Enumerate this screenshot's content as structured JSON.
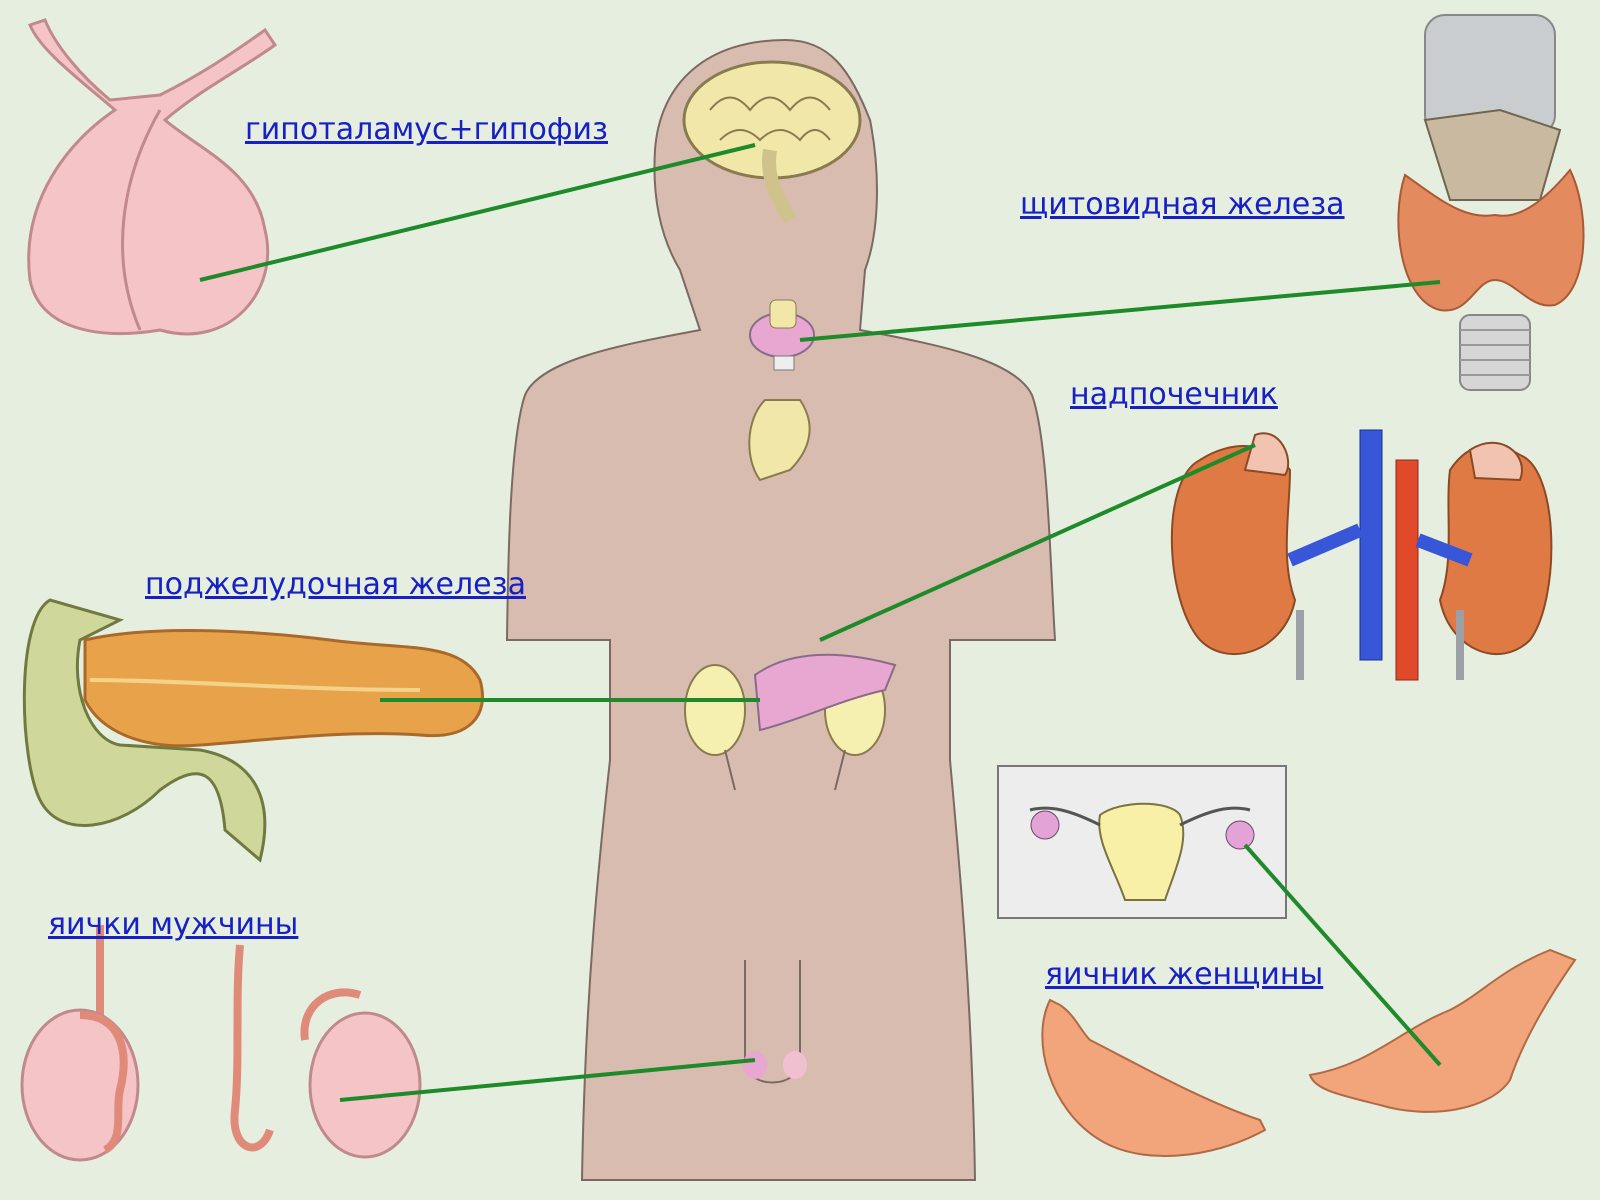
{
  "labels": {
    "hypothalamus": "гипоталамус+гипофиз",
    "thyroid": "щитовидная железа",
    "adrenal": "надпочечник",
    "pancreas": "поджелудочная железа",
    "testes": "яички мужчины",
    "ovary": "яичник женщины"
  },
  "colors": {
    "background": "#e6efdf",
    "body": "#d9bcb0",
    "link": "#1620c4",
    "pointer_line": "#1f8a2a",
    "organ_pink": "#f4c4c6",
    "organ_orange": "#f2a47a",
    "kidney": "#e07a45"
  }
}
